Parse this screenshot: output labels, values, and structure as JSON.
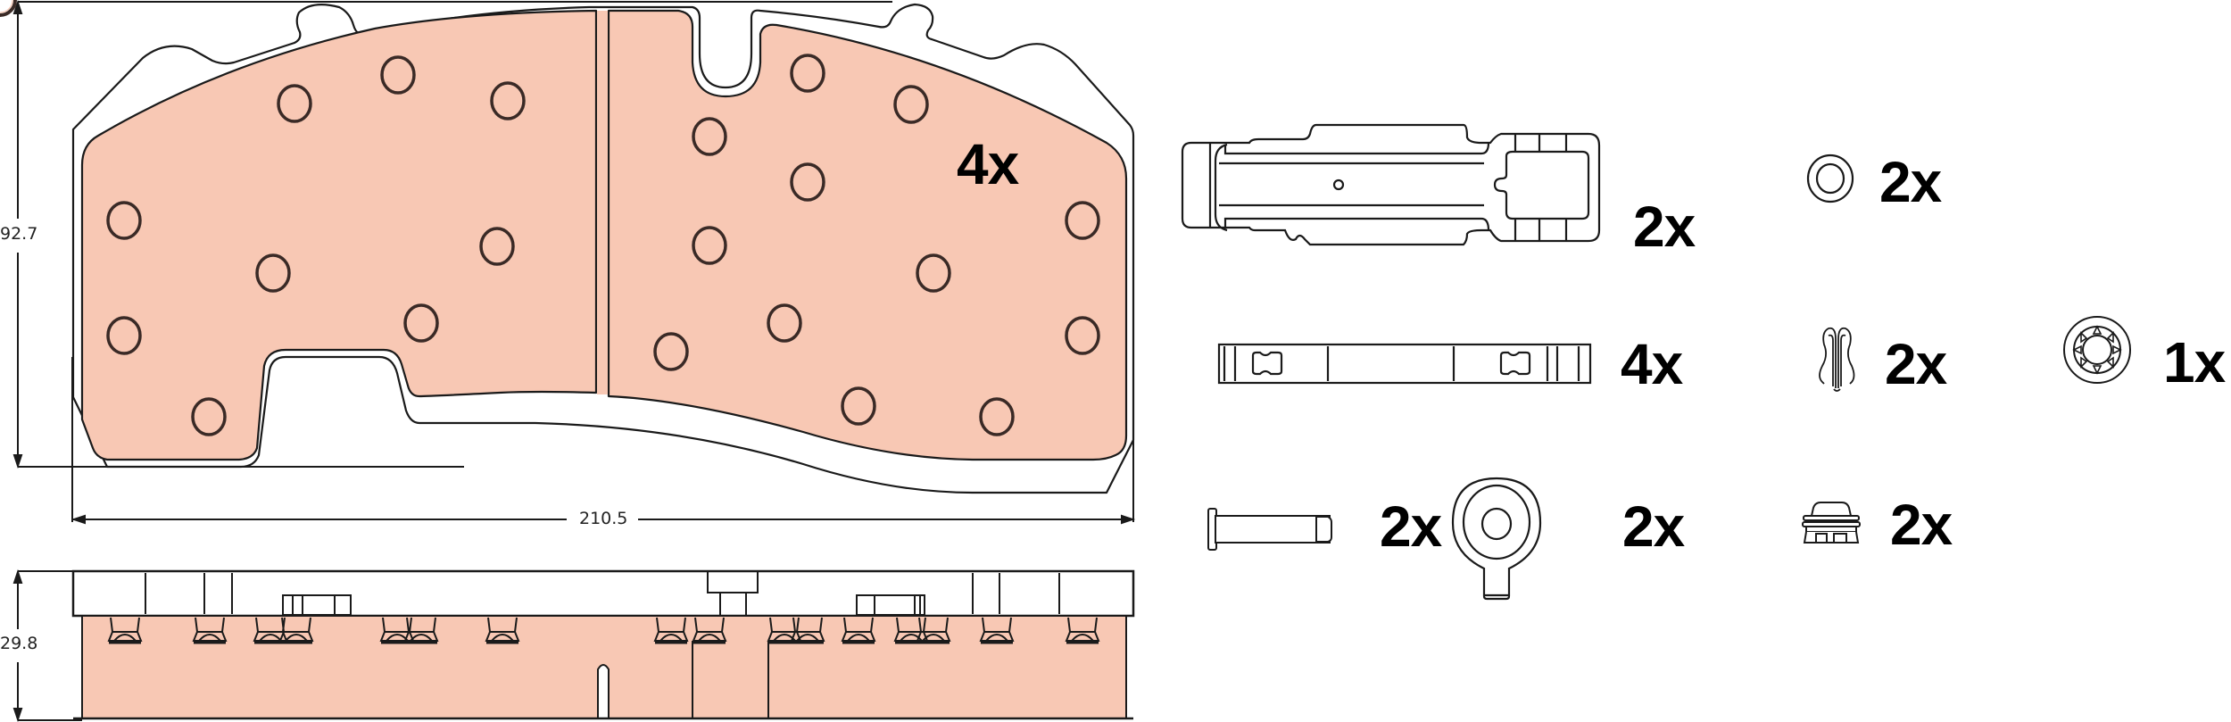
{
  "colors": {
    "friction": "#F8C8B4",
    "line": "#1a1a1a",
    "hole_ring": "#3a2a26",
    "background": "#ffffff"
  },
  "dimensions": {
    "height_label": "92.7",
    "width_label": "210.5",
    "thickness_label": "29.8"
  },
  "brake_pad": {
    "quantity_label": "4x",
    "hole_count": 21
  },
  "accessories": [
    {
      "name": "hold-down-plate",
      "quantity": "2x"
    },
    {
      "name": "washer",
      "quantity": "2x"
    },
    {
      "name": "retaining-bar",
      "quantity": "4x"
    },
    {
      "name": "spring-clip",
      "quantity": "2x"
    },
    {
      "name": "toothed-lock-washer",
      "quantity": "1x"
    },
    {
      "name": "pin",
      "quantity": "2x"
    },
    {
      "name": "tab-washer",
      "quantity": "2x"
    },
    {
      "name": "plug-cap",
      "quantity": "2x"
    }
  ]
}
